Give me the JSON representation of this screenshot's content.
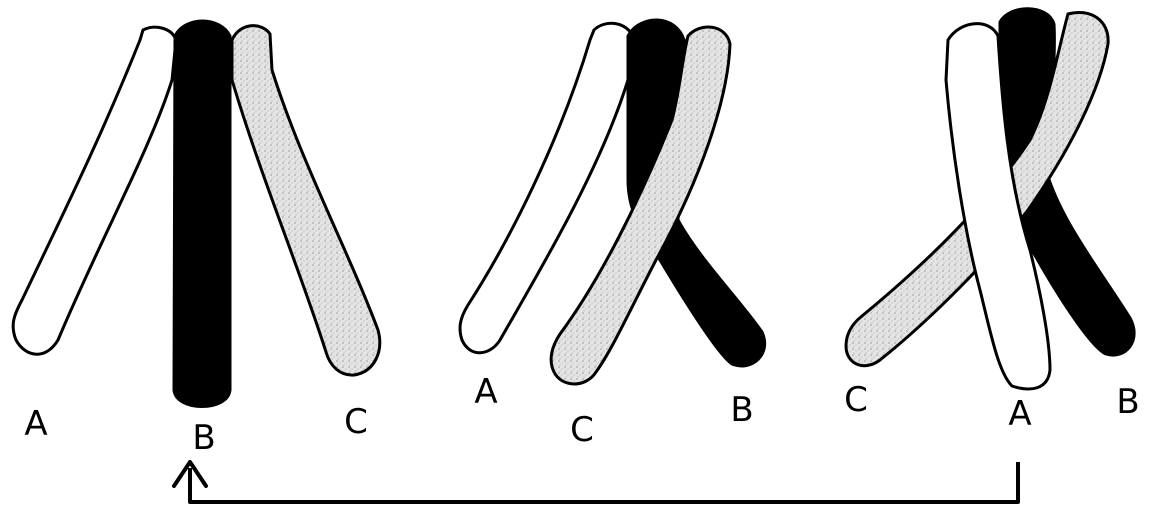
{
  "colors": {
    "strand_white": "#ffffff",
    "strand_black": "#000000",
    "strand_speckled": "#e4e4e4",
    "outline": "#000000"
  },
  "panels": [
    {
      "labels": [
        "A",
        "B",
        "C"
      ]
    },
    {
      "labels": [
        "A",
        "C",
        "B"
      ]
    },
    {
      "labels": [
        "C",
        "A",
        "B"
      ]
    }
  ]
}
